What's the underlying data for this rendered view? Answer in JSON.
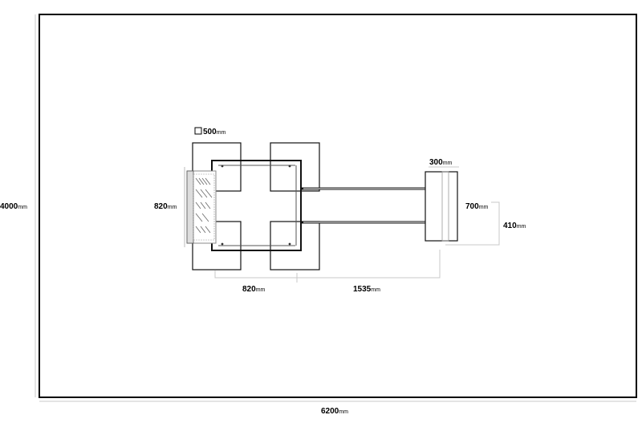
{
  "dimensions": {
    "room_width": {
      "value": "6200",
      "unit": "mm"
    },
    "room_depth": {
      "value": "4000",
      "unit": "mm"
    },
    "pad_size": {
      "symbol": "□",
      "value": "500",
      "unit": "mm"
    },
    "pad_outer_width": {
      "value": "820",
      "unit": "mm"
    },
    "pad_spacing": {
      "value": "820",
      "unit": "mm"
    },
    "arm_length": {
      "value": "1535",
      "unit": "mm"
    },
    "end_block_width": {
      "value": "300",
      "unit": "mm"
    },
    "end_block_height": {
      "value": "700",
      "unit": "mm"
    },
    "rail_spacing": {
      "value": "410",
      "unit": "mm"
    }
  }
}
